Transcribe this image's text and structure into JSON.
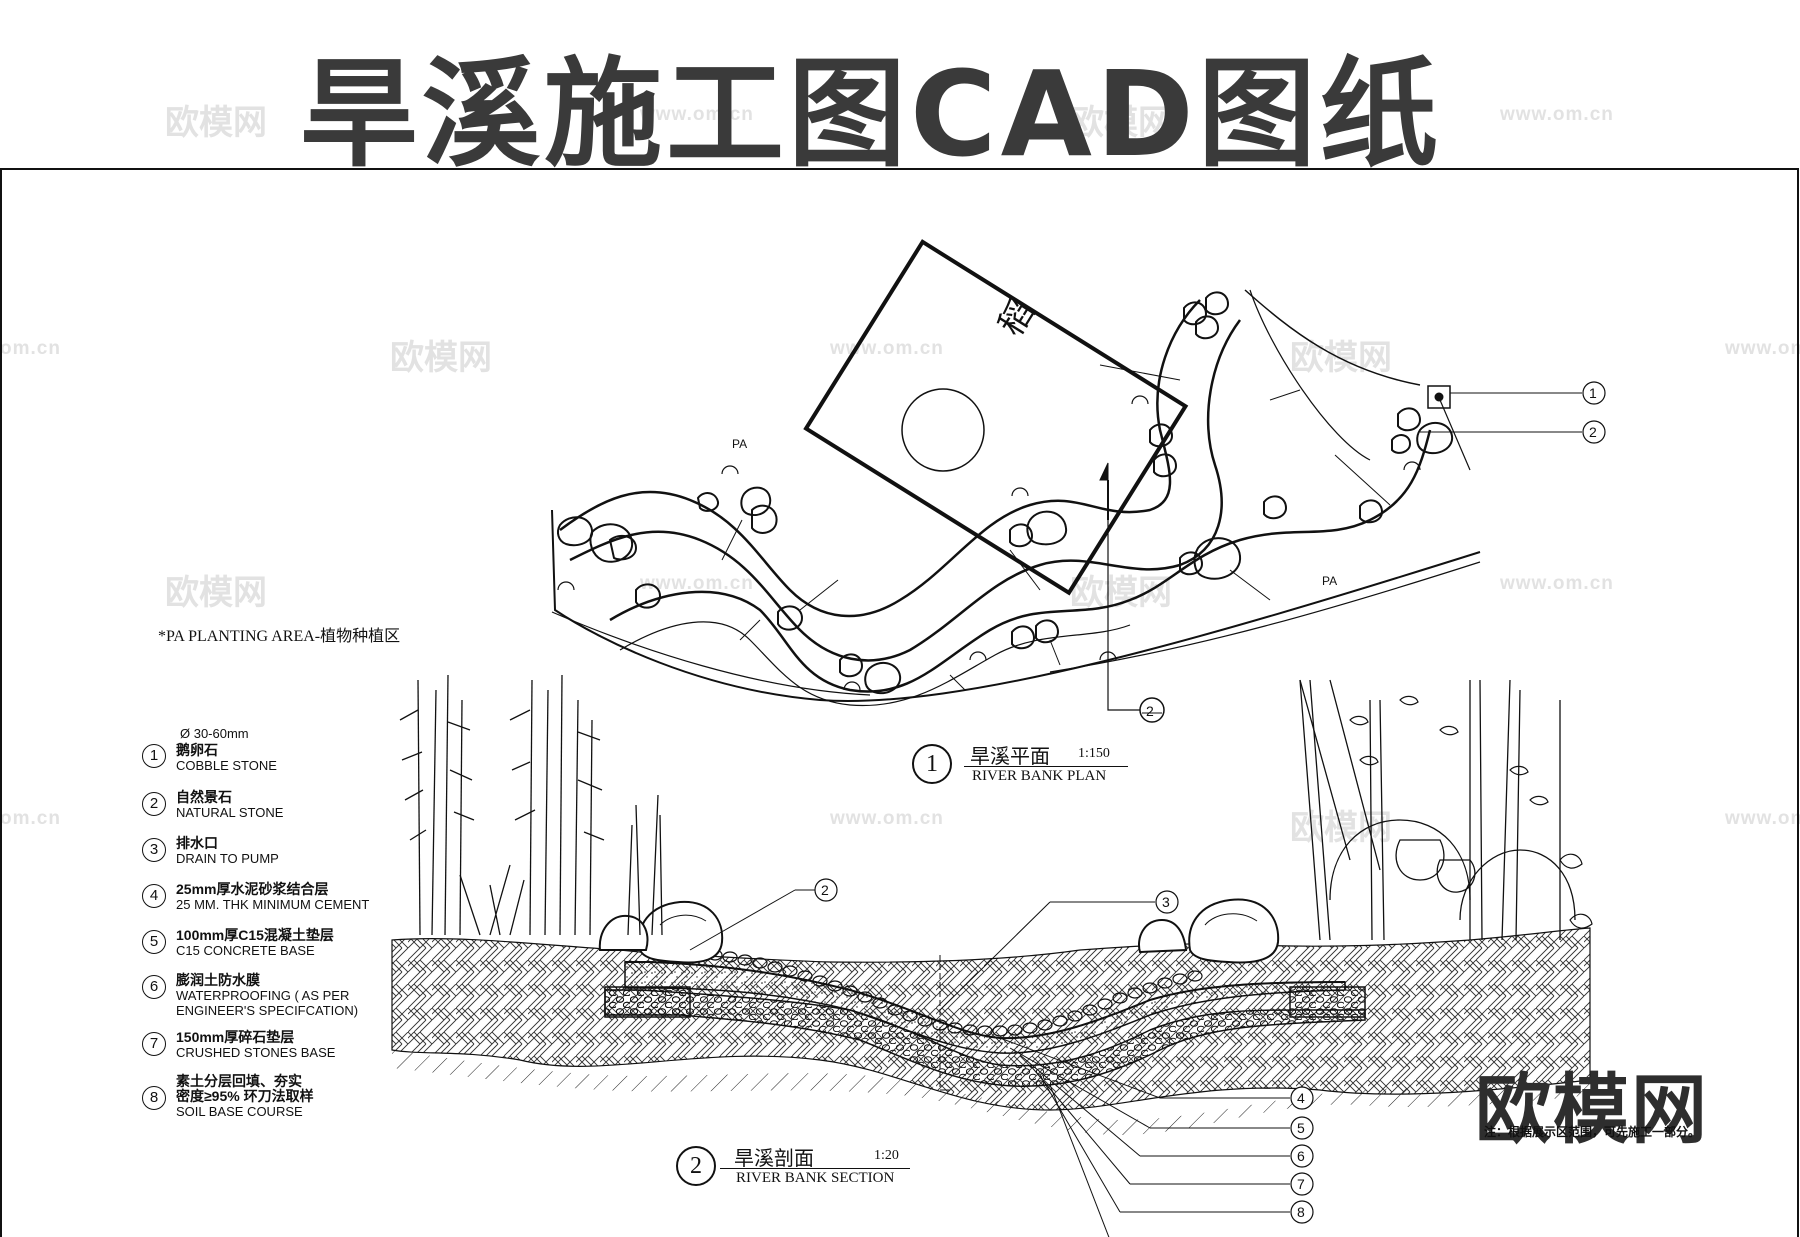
{
  "title": "旱溪施工图CAD图纸",
  "watermarks": {
    "cn": "欧模网",
    "url": "www.om.cn",
    "url_short": "om.cn"
  },
  "plan": {
    "building_label": "稻",
    "pa_label": "PA",
    "callouts": [
      "1",
      "2"
    ],
    "section_marker": "2",
    "caption": {
      "number": "1",
      "title_cn": "旱溪平面",
      "scale": "1:150",
      "title_en": "RIVER BANK PLAN"
    }
  },
  "pa_note": "*PA   PLANTING AREA-植物种植区",
  "legend": [
    {
      "num": "1",
      "size": "Ø 30-60mm",
      "cn": "鹅卵石",
      "en": "COBBLE STONE"
    },
    {
      "num": "2",
      "cn": "自然景石",
      "en": "NATURAL STONE"
    },
    {
      "num": "3",
      "cn": "排水口",
      "en": "DRAIN TO PUMP"
    },
    {
      "num": "4",
      "cn": "25mm厚水泥砂浆结合层",
      "en": "25 MM. THK MINIMUM CEMENT"
    },
    {
      "num": "5",
      "cn": "100mm厚C15混凝土垫层",
      "en": "C15 CONCRETE BASE"
    },
    {
      "num": "6",
      "cn": "膨润土防水膜",
      "en": "WATERPROOFING ( AS  PER",
      "en2": "ENGINEER'S SPECIFCATION)"
    },
    {
      "num": "7",
      "cn": "150mm厚碎石垫层",
      "en": "CRUSHED STONES BASE"
    },
    {
      "num": "8",
      "cn": "素土分层回填、夯实",
      "cn2": "密度≥95% 环刀法取样",
      "en": "SOIL BASE COURSE"
    }
  ],
  "section": {
    "callouts": [
      "2",
      "3",
      "4",
      "5",
      "6",
      "7",
      "8"
    ],
    "caption": {
      "number": "2",
      "title_cn": "旱溪剖面",
      "scale": "1:20",
      "title_en": "RIVER BANK SECTION"
    }
  },
  "brand": "欧模网",
  "note": "注：根据展示区范围，可先施工一部分。"
}
